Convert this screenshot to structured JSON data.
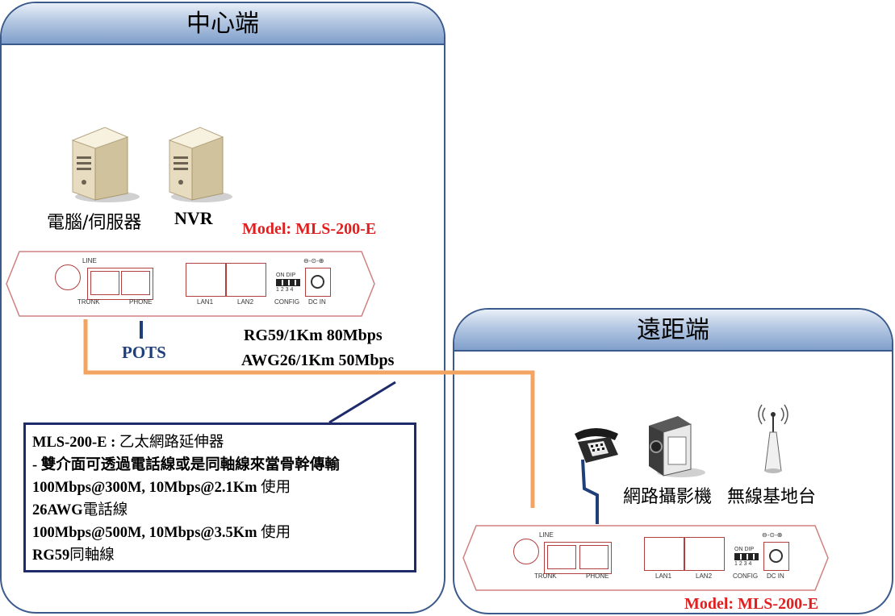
{
  "central": {
    "title": "中心端",
    "server_label": "電腦/伺服器",
    "nvr_label": "NVR",
    "model_label": "Model: MLS-200-E",
    "pots_label": "POTS",
    "cable_spec_1": "RG59/1Km 80Mbps",
    "cable_spec_2": "AWG26/1Km 50Mbps"
  },
  "remote": {
    "title": "遠距端",
    "camera_label": "網路攝影機",
    "ap_label": "無線基地台",
    "model_label": "Model: MLS-200-E"
  },
  "device_labels": {
    "line": "LINE",
    "trunk": "TRUNK",
    "phone": "PHONE",
    "lan1": "LAN1",
    "lan2": "LAN2",
    "config": "CONFIG",
    "dc_in": "DC IN",
    "dip_on": "ON DIP",
    "dip_nums": "1 2 3 4"
  },
  "info": {
    "line1_bold": "MLS-200-E :",
    "line1_text": " 乙太網路延伸器",
    "line2": "- 雙介面可透過電話線或是同軸線來當骨幹傳輸",
    "line3_bold": "100Mbps@300M, 10Mbps@2.1Km",
    "line3_text": " 使用",
    "line4_bold": "26AWG",
    "line4_text": "電話線",
    "line5_bold": "100Mbps@500M, 10Mbps@3.5Km",
    "line5_text": " 使用",
    "line6_bold": "RG59",
    "line6_text": "同軸線"
  },
  "colors": {
    "panel_border": "#3a5a8c",
    "model_red": "#e02020",
    "cable_orange": "#f2a460",
    "phone_line_blue": "#1f3f7a",
    "info_border": "#1f2a6b"
  }
}
